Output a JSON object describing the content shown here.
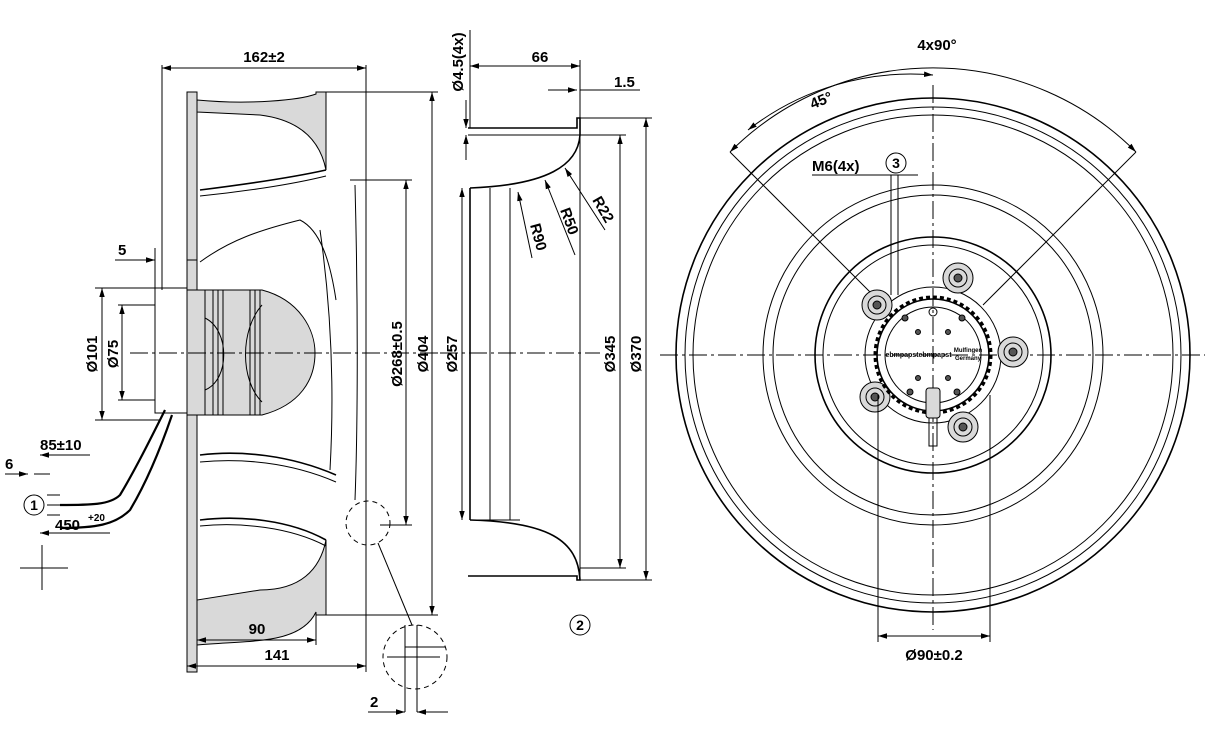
{
  "side_view": {
    "dim_overall_depth": "162±2",
    "dim_flange_5": "5",
    "dim_d101": "Ø101",
    "dim_d75": "Ø75",
    "dim_d268": "Ø268±0.5",
    "dim_d404": "Ø404",
    "dim_90": "90",
    "dim_141": "141",
    "dim_cable_6": "6",
    "dim_cable_85": "85±10",
    "dim_cable_450": "450",
    "dim_cable_450_tol": "+20",
    "callout_1": "1",
    "detail_dim_2": "2"
  },
  "section_view": {
    "dim_hole": "Ø4.5(4x)",
    "dim_66": "66",
    "dim_1_5": "1.5",
    "radius_r22": "R22",
    "radius_r50": "R50",
    "radius_r90": "R90",
    "dim_d257": "Ø257",
    "dim_d345": "Ø345",
    "dim_d370": "Ø370",
    "callout_2": "2"
  },
  "front_view": {
    "dim_angle_total": "4x90°",
    "dim_angle_45": "45°",
    "thread_label": "M6(4x)",
    "callout_3": "3",
    "dim_d90": "Ø90±0.2",
    "label_ebmpapst": "ebmpapst",
    "label_mulfingen": "Mulfingen",
    "label_germany": "Germany"
  }
}
